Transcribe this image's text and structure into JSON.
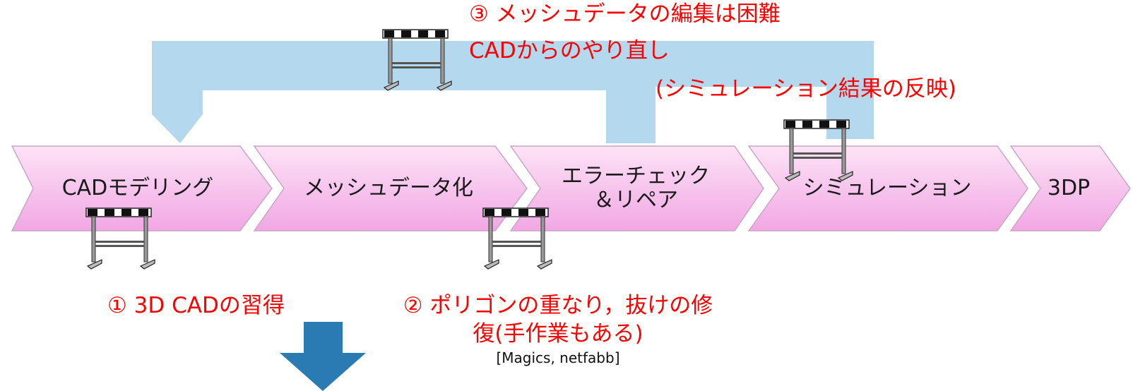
{
  "colors": {
    "step_top": "#fde3f6",
    "step_bottom": "#f1a7e4",
    "step_border": "#c7a7c2",
    "feedback": "#b4d8ee",
    "arrow": "#2a7bb3",
    "accent": "#ff0000"
  },
  "steps": [
    {
      "label": "CADモデリング"
    },
    {
      "label": "メッシュデータ化"
    },
    {
      "label": "エラーチェック\n＆リペア"
    },
    {
      "label": "シミュレーション"
    },
    {
      "label": "3DP"
    }
  ],
  "hurdles": [
    {
      "name": "hurdle-cad-icon"
    },
    {
      "name": "hurdle-repair-icon"
    },
    {
      "name": "hurdle-mesh-edit-icon"
    },
    {
      "name": "hurdle-simulation-icon"
    }
  ],
  "annotations": {
    "cad": "① 3D CADの習得",
    "repair_line1": "② ポリゴンの重なり，抜けの修",
    "repair_line2": "復(手作業もある)",
    "tools": "[Magics, netfabb]",
    "edit_line1": "③ メッシュデータの編集は困難",
    "edit_line2": "CADからのやり直し",
    "edit_line3": "(シミュレーション結果の反映)"
  },
  "icons": {
    "hurdle": "hurdle-icon",
    "down_arrow": "down-arrow-icon",
    "feedback": "feedback-loop-arrow"
  }
}
